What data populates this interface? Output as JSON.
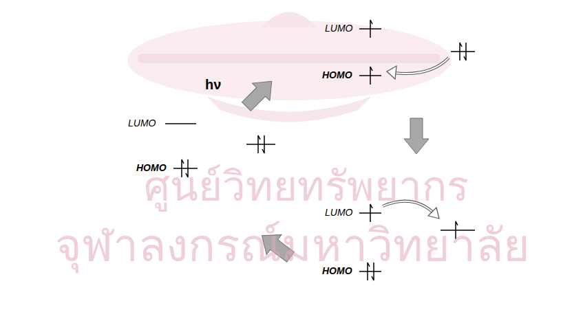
{
  "diagram": {
    "labels": [
      "LUMO",
      "HOMO",
      "hν",
      "LUMO",
      "HOMO",
      "ศูนย์วิทยทรัพยากร",
      "LUMO",
      "HOMO",
      "จุฬาลงกรณ์มหาวิทยาลัย"
    ]
  }
}
